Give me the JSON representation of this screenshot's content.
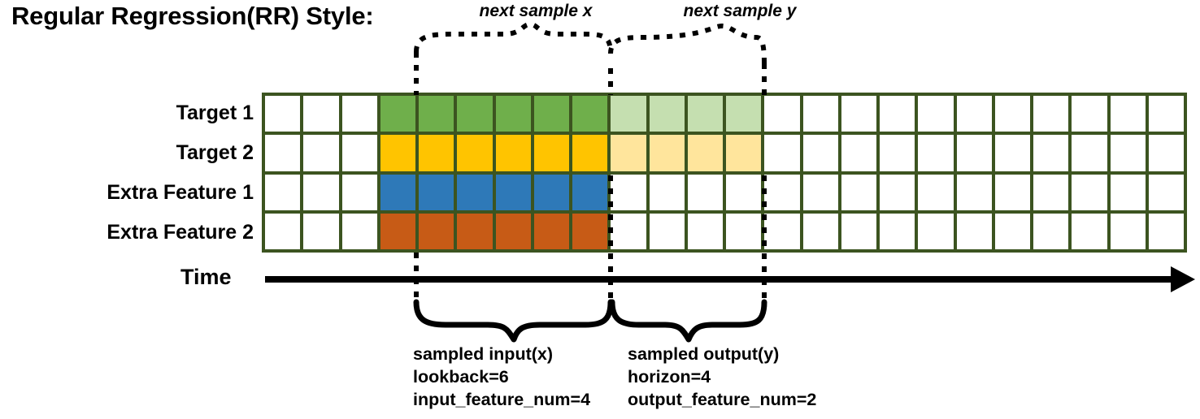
{
  "title": "Regular Regression(RR) Style:",
  "axis": {
    "time_label": "Time",
    "arrow_icon": "right-arrow-icon"
  },
  "rows": [
    {
      "label": "Target 1",
      "key": "target-1",
      "color": "#6FAF4B",
      "light_color": "#C5DFB0",
      "has_output": true
    },
    {
      "label": "Target 2",
      "key": "target-2",
      "color": "#FFC400",
      "light_color": "#FFE59C",
      "has_output": true
    },
    {
      "label": "Extra Feature 1",
      "key": "extra-feature-1",
      "color": "#2E79B8",
      "light_color": null,
      "has_output": false
    },
    {
      "label": "Extra Feature 2",
      "key": "extra-feature-2",
      "color": "#C75B16",
      "light_color": null,
      "has_output": false
    }
  ],
  "grid": {
    "total_columns": 24,
    "leading_blank_columns": 3,
    "input_start_column": 4,
    "input_columns": 6,
    "output_start_column": 10,
    "output_columns": 4,
    "trailing_blank_columns": 11,
    "border_color": "#3C5420",
    "empty_color": "#FFFFFF"
  },
  "annotations": {
    "top": [
      {
        "key": "next-sample-x",
        "label": "next sample x"
      },
      {
        "key": "next-sample-y",
        "label": "next sample y"
      }
    ],
    "bottom": [
      {
        "key": "sampled-input",
        "title": "sampled input(x)",
        "line2": "lookback=6",
        "line3": "input_feature_num=4",
        "text": "sampled input(x)\nlookback=6\ninput_feature_num=4"
      },
      {
        "key": "sampled-output",
        "title": "sampled output(y)",
        "line2": "horizon=4",
        "line3": "output_feature_num=2",
        "text": "sampled output(y)\nhorizon=4\noutput_feature_num=2"
      }
    ]
  },
  "chart_data": {
    "type": "diagram",
    "title": "Regular Regression(RR) Style:",
    "description": "Time-series supervised-learning windowing diagram: a 4-row by 24-column time grid where a 6-step lookback window (input x) is highlighted across all 4 feature rows and a following 4-step horizon window (output y) is highlighted only on the 2 target rows.",
    "series": [
      {
        "name": "Target 1",
        "input_cells": [
          4,
          5,
          6,
          7,
          8,
          9
        ],
        "output_cells": [
          10,
          11,
          12,
          13
        ]
      },
      {
        "name": "Target 2",
        "input_cells": [
          4,
          5,
          6,
          7,
          8,
          9
        ],
        "output_cells": [
          10,
          11,
          12,
          13
        ]
      },
      {
        "name": "Extra Feature 1",
        "input_cells": [
          4,
          5,
          6,
          7,
          8,
          9
        ],
        "output_cells": []
      },
      {
        "name": "Extra Feature 2",
        "input_cells": [
          4,
          5,
          6,
          7,
          8,
          9
        ],
        "output_cells": []
      }
    ],
    "parameters": {
      "lookback": 6,
      "horizon": 4,
      "input_feature_num": 4,
      "output_feature_num": 2
    },
    "xlabel": "Time",
    "ylabel": "",
    "grid": true,
    "legend": "none"
  }
}
